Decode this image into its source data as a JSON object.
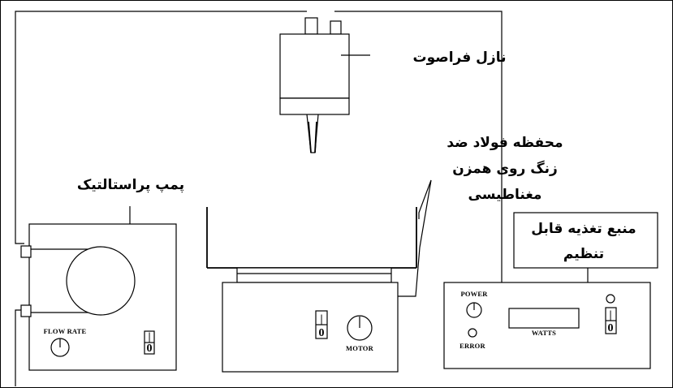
{
  "labels": {
    "nozzle": "نازل فراصوت",
    "chamber_line1": "محفظه فولاد ضد",
    "chamber_line2": "زنگ روی همزن",
    "chamber_line3": "مغناطیسی",
    "pump": "پمپ پراستالتیک",
    "supply_line1": "منبع تغذیه قابل",
    "supply_line2": "تنظیم"
  },
  "pump": {
    "flow_rate_label": "FLOW RATE",
    "switch_on": "|",
    "switch_off": "0"
  },
  "stirrer": {
    "motor_label": "MOTOR",
    "switch_on": "|",
    "switch_off": "0"
  },
  "power_supply": {
    "power_label": "POWER",
    "error_label": "ERROR",
    "watts_label": "WATTS",
    "switch_on": "|",
    "switch_off": "0"
  }
}
